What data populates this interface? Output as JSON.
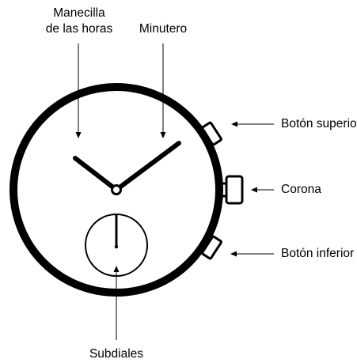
{
  "labels": {
    "hour_hand_line1": "Manecilla",
    "hour_hand_line2": "de las horas",
    "minute_hand": "Minutero",
    "top_button": "Botón superio",
    "crown": "Corona",
    "bottom_button": "Botón inferior",
    "subdials": "Subdiales"
  },
  "colors": {
    "ink": "#000000",
    "background": "#ffffff"
  }
}
